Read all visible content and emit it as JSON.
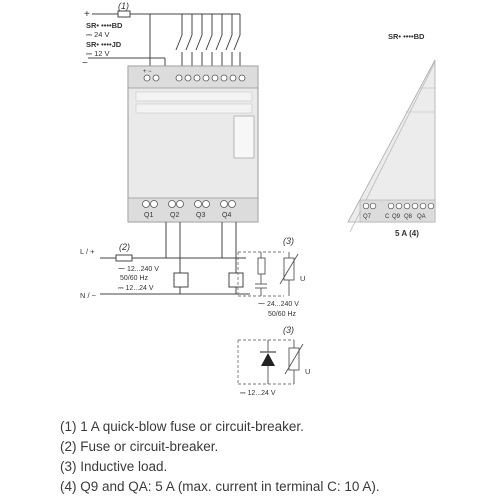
{
  "supply": {
    "plus": "+",
    "fuse_ref": "(1)",
    "sr_bd": "SR• ••••BD",
    "v24": "⎓ 24 V",
    "sr_jd": "SR• ••••JD",
    "v12": "⎓ 12 V",
    "minus": "−"
  },
  "module": {
    "outputs": [
      "Q1",
      "Q2",
      "Q3",
      "Q4"
    ],
    "ext_title": "SR• ••••BD",
    "ext_outputs": [
      "Q7",
      "C",
      "Q9",
      "Q8",
      "QA"
    ],
    "ext_note": "5 A (4)"
  },
  "load_supply": {
    "line": "L / +",
    "fuse_ref": "(2)",
    "ac": "⁓ 12...240 V",
    "freq": "50/60 Hz",
    "dc": "⎓ 12...24 V",
    "neutral": "N / −"
  },
  "inductive_ac": {
    "ref": "(3)",
    "u": "U",
    "voltage": "⁓ 24...240 V",
    "freq": "50/60 Hz"
  },
  "inductive_dc": {
    "ref": "(3)",
    "u": "U",
    "voltage": "⎓ 12...24 V"
  },
  "notes": [
    "(1) 1 A quick-blow fuse or circuit-breaker.",
    "(2) Fuse or circuit-breaker.",
    "(3) Inductive load.",
    "(4) Q9 and QA: 5 A (max. current in terminal C: 10 A)."
  ]
}
